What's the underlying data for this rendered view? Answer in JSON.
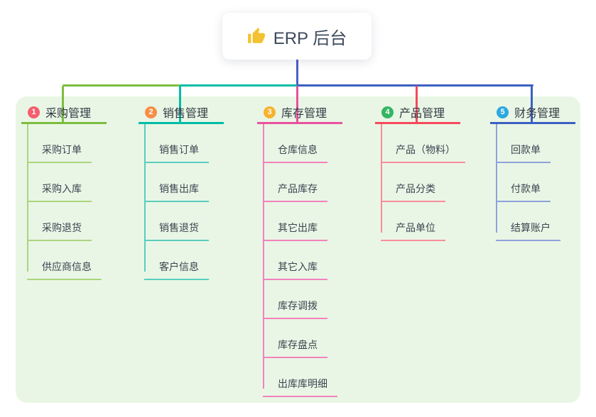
{
  "root": {
    "label": "ERP 后台",
    "icon": "thumbs-up"
  },
  "branches": [
    {
      "num": "1",
      "label": "采购管理",
      "badge_color": "#f65e6d",
      "line_color": "#7cbe3f",
      "child_line_color": "#abd57e",
      "children": [
        "采购订单",
        "采购入库",
        "采购退货",
        "供应商信息"
      ]
    },
    {
      "num": "2",
      "label": "销售管理",
      "badge_color": "#f78e45",
      "line_color": "#00bda5",
      "child_line_color": "#5acdbe",
      "children": [
        "销售订单",
        "销售出库",
        "销售退货",
        "客户信息"
      ]
    },
    {
      "num": "3",
      "label": "库存管理",
      "badge_color": "#f7b32e",
      "line_color": "#e9519e",
      "child_line_color": "#f282be",
      "children": [
        "仓库信息",
        "产品库存",
        "其它出库",
        "其它入库",
        "库存调拨",
        "库存盘点",
        "出库库明细"
      ]
    },
    {
      "num": "4",
      "label": "产品管理",
      "badge_color": "#33b564",
      "line_color": "#f7495b",
      "child_line_color": "#f98d99",
      "children": [
        "产品（物料）",
        "产品分类",
        "产品单位"
      ]
    },
    {
      "num": "5",
      "label": "财务管理",
      "badge_color": "#2ba8e0",
      "line_color": "#3d5fc2",
      "child_line_color": "#8ea2dc",
      "children": [
        "回款单",
        "付款单",
        "结算账户"
      ]
    }
  ],
  "colors": {
    "canvas_bg": "#ffffff",
    "panel_bg": "#e9f6e5",
    "root_stem": "#4a60c6",
    "root_text": "#3d4a5c",
    "branch_text": "#333a45",
    "child_text": "#3c4451",
    "thumb_icon": "#f2c230"
  }
}
